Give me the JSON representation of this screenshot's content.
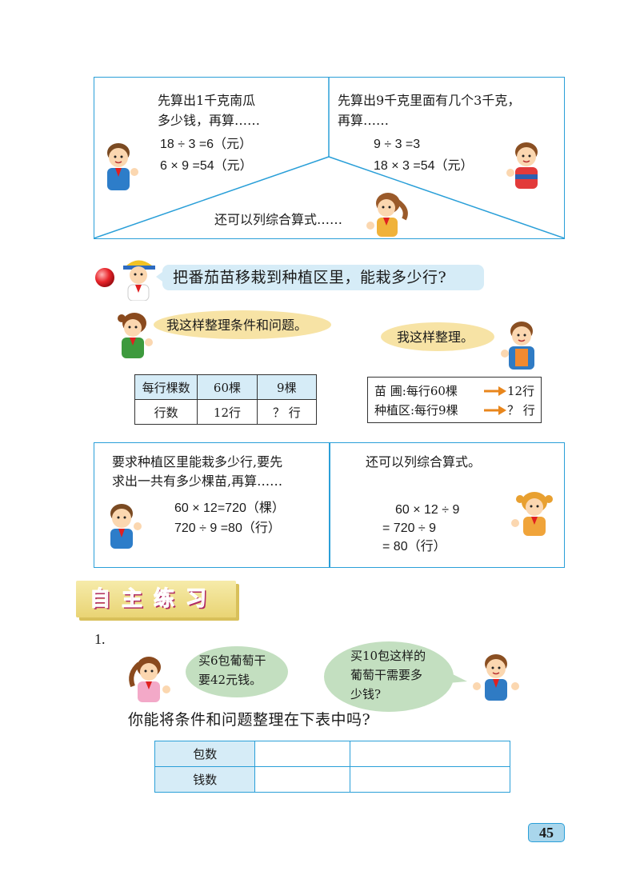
{
  "top_box": {
    "left_text_1": "先算出1千克南瓜",
    "left_text_2": "多少钱，再算……",
    "left_eq_1": "18 ÷ 3 =6（元）",
    "left_eq_2": "6 × 9 =54（元）",
    "right_text_1": "先算出9千克里面有几个3千克，",
    "right_text_2": "再算……",
    "right_eq_1": "9 ÷ 3 =3",
    "right_eq_2": "18 × 3 =54（元）",
    "bottom_text": "还可以列综合算式……"
  },
  "question": "把番茄苗移栽到种植区里，能栽多少行?",
  "girl_bubble": "我这样整理条件和问题。",
  "boy_bubble": "我这样整理。",
  "table1": {
    "rows": [
      [
        "每行棵数",
        "60棵",
        "9棵"
      ],
      [
        "行数",
        "12行",
        "？ 行"
      ]
    ]
  },
  "table2": {
    "line1_label": "苗    圃:每行60棵",
    "line1_value": "12行",
    "line2_label": "种植区:每行9棵",
    "line2_value": "？ 行"
  },
  "mid_box": {
    "left_text_1": "要求种植区里能栽多少行,要先",
    "left_text_2": "求出一共有多少棵苗,再算……",
    "left_eq_1": "60 × 12=720（棵）",
    "left_eq_2": "720 ÷ 9 =80（行）",
    "right_text": "还可以列综合算式。",
    "right_eq_1": "60 × 12 ÷ 9",
    "right_eq_2": "= 720 ÷ 9",
    "right_eq_3": "= 80（行）"
  },
  "section_title": "自主练习",
  "exercise_number": "1.",
  "exercise_bubble_1": "买6包葡萄干要42元钱。",
  "exercise_bubble_1a": "买6包葡萄干",
  "exercise_bubble_1b": "要42元钱。",
  "exercise_bubble_2a": "买10包这样的",
  "exercise_bubble_2b": "葡萄干需要多",
  "exercise_bubble_2c": "少钱?",
  "exercise_question": "你能将条件和问题整理在下表中吗?",
  "table3": {
    "rows": [
      [
        "包数",
        "",
        ""
      ],
      [
        "钱数",
        "",
        ""
      ]
    ]
  },
  "page_number": "45",
  "colors": {
    "box_border": "#2a9fd8",
    "girl_bubble": "#f7e3a5",
    "green_bubble": "#c3dfc0",
    "question_bar": "#d6ecf7",
    "arrow": "#e8861c"
  }
}
